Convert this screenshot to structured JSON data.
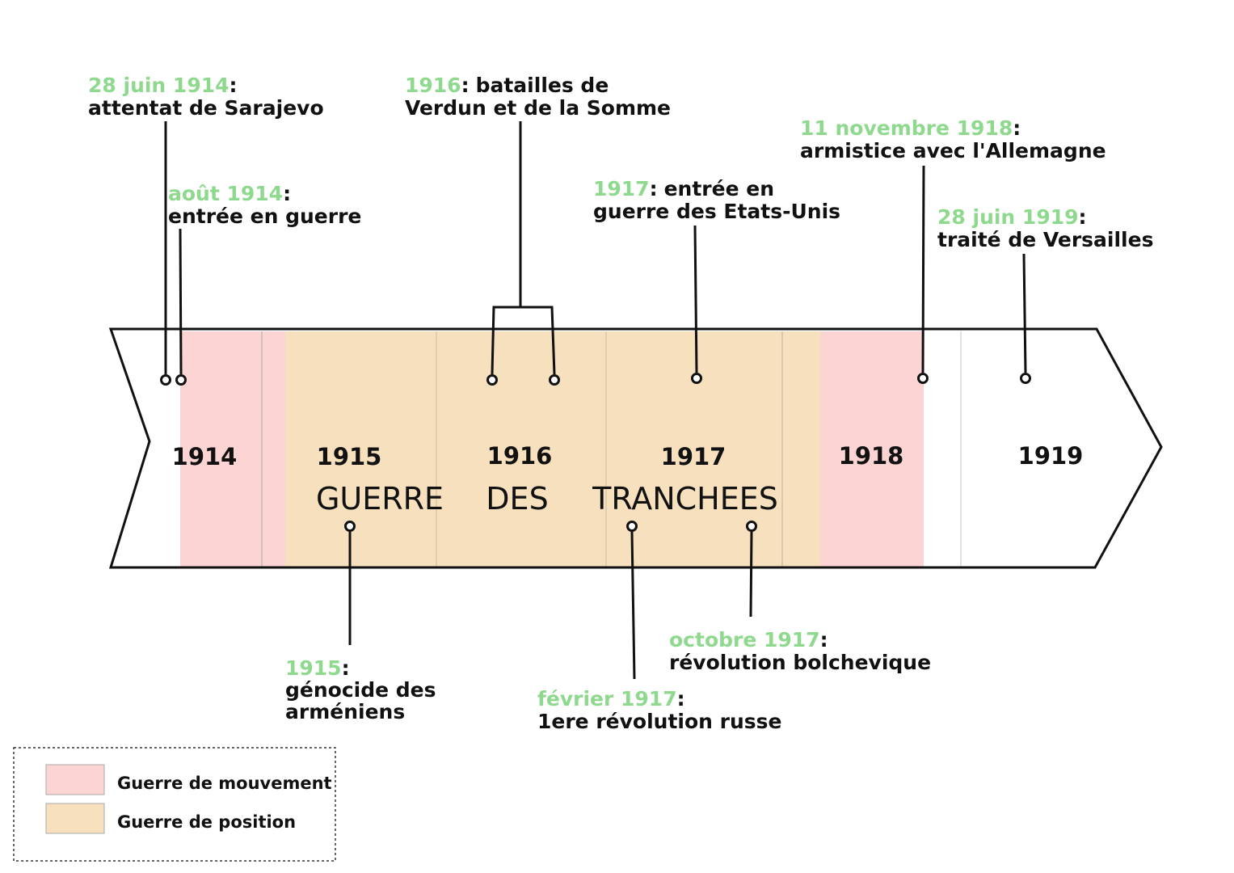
{
  "colors": {
    "movement": "#fdd4d4",
    "position": "#f6e0be",
    "date_green": "#8fd98f"
  },
  "years": [
    "1914",
    "1915",
    "1916",
    "1917",
    "1918",
    "1919"
  ],
  "tranchees": [
    "GUERRE",
    "DES",
    "TRANCHEES"
  ],
  "events": {
    "sarajevo": {
      "date": "28 juin 1914",
      "lines": [
        "attentat de Sarajevo"
      ]
    },
    "entree_guerre": {
      "date": "août 1914",
      "lines": [
        "entrée en guerre"
      ]
    },
    "verdun": {
      "date": "1916",
      "lines": [
        "batailles de",
        "Verdun et de la Somme"
      ]
    },
    "etats_unis": {
      "date": "1917",
      "lines": [
        "entrée en",
        "guerre des Etats-Unis"
      ]
    },
    "armistice": {
      "date": "11 novembre 1918",
      "lines": [
        "armistice avec l'Allemagne"
      ]
    },
    "versailles": {
      "date": "28 juin 1919",
      "lines": [
        "traité de Versailles"
      ]
    },
    "genocide": {
      "date": "1915",
      "lines": [
        "génocide des",
        "arméniens"
      ]
    },
    "bolchevique": {
      "date": "octobre 1917",
      "lines": [
        "révolution bolchevique"
      ]
    },
    "russe": {
      "date": "février 1917",
      "lines": [
        "1ere révolution russe"
      ]
    }
  },
  "colon": ":",
  "legend": {
    "movement": "Guerre de mouvement",
    "position": "Guerre de position"
  }
}
